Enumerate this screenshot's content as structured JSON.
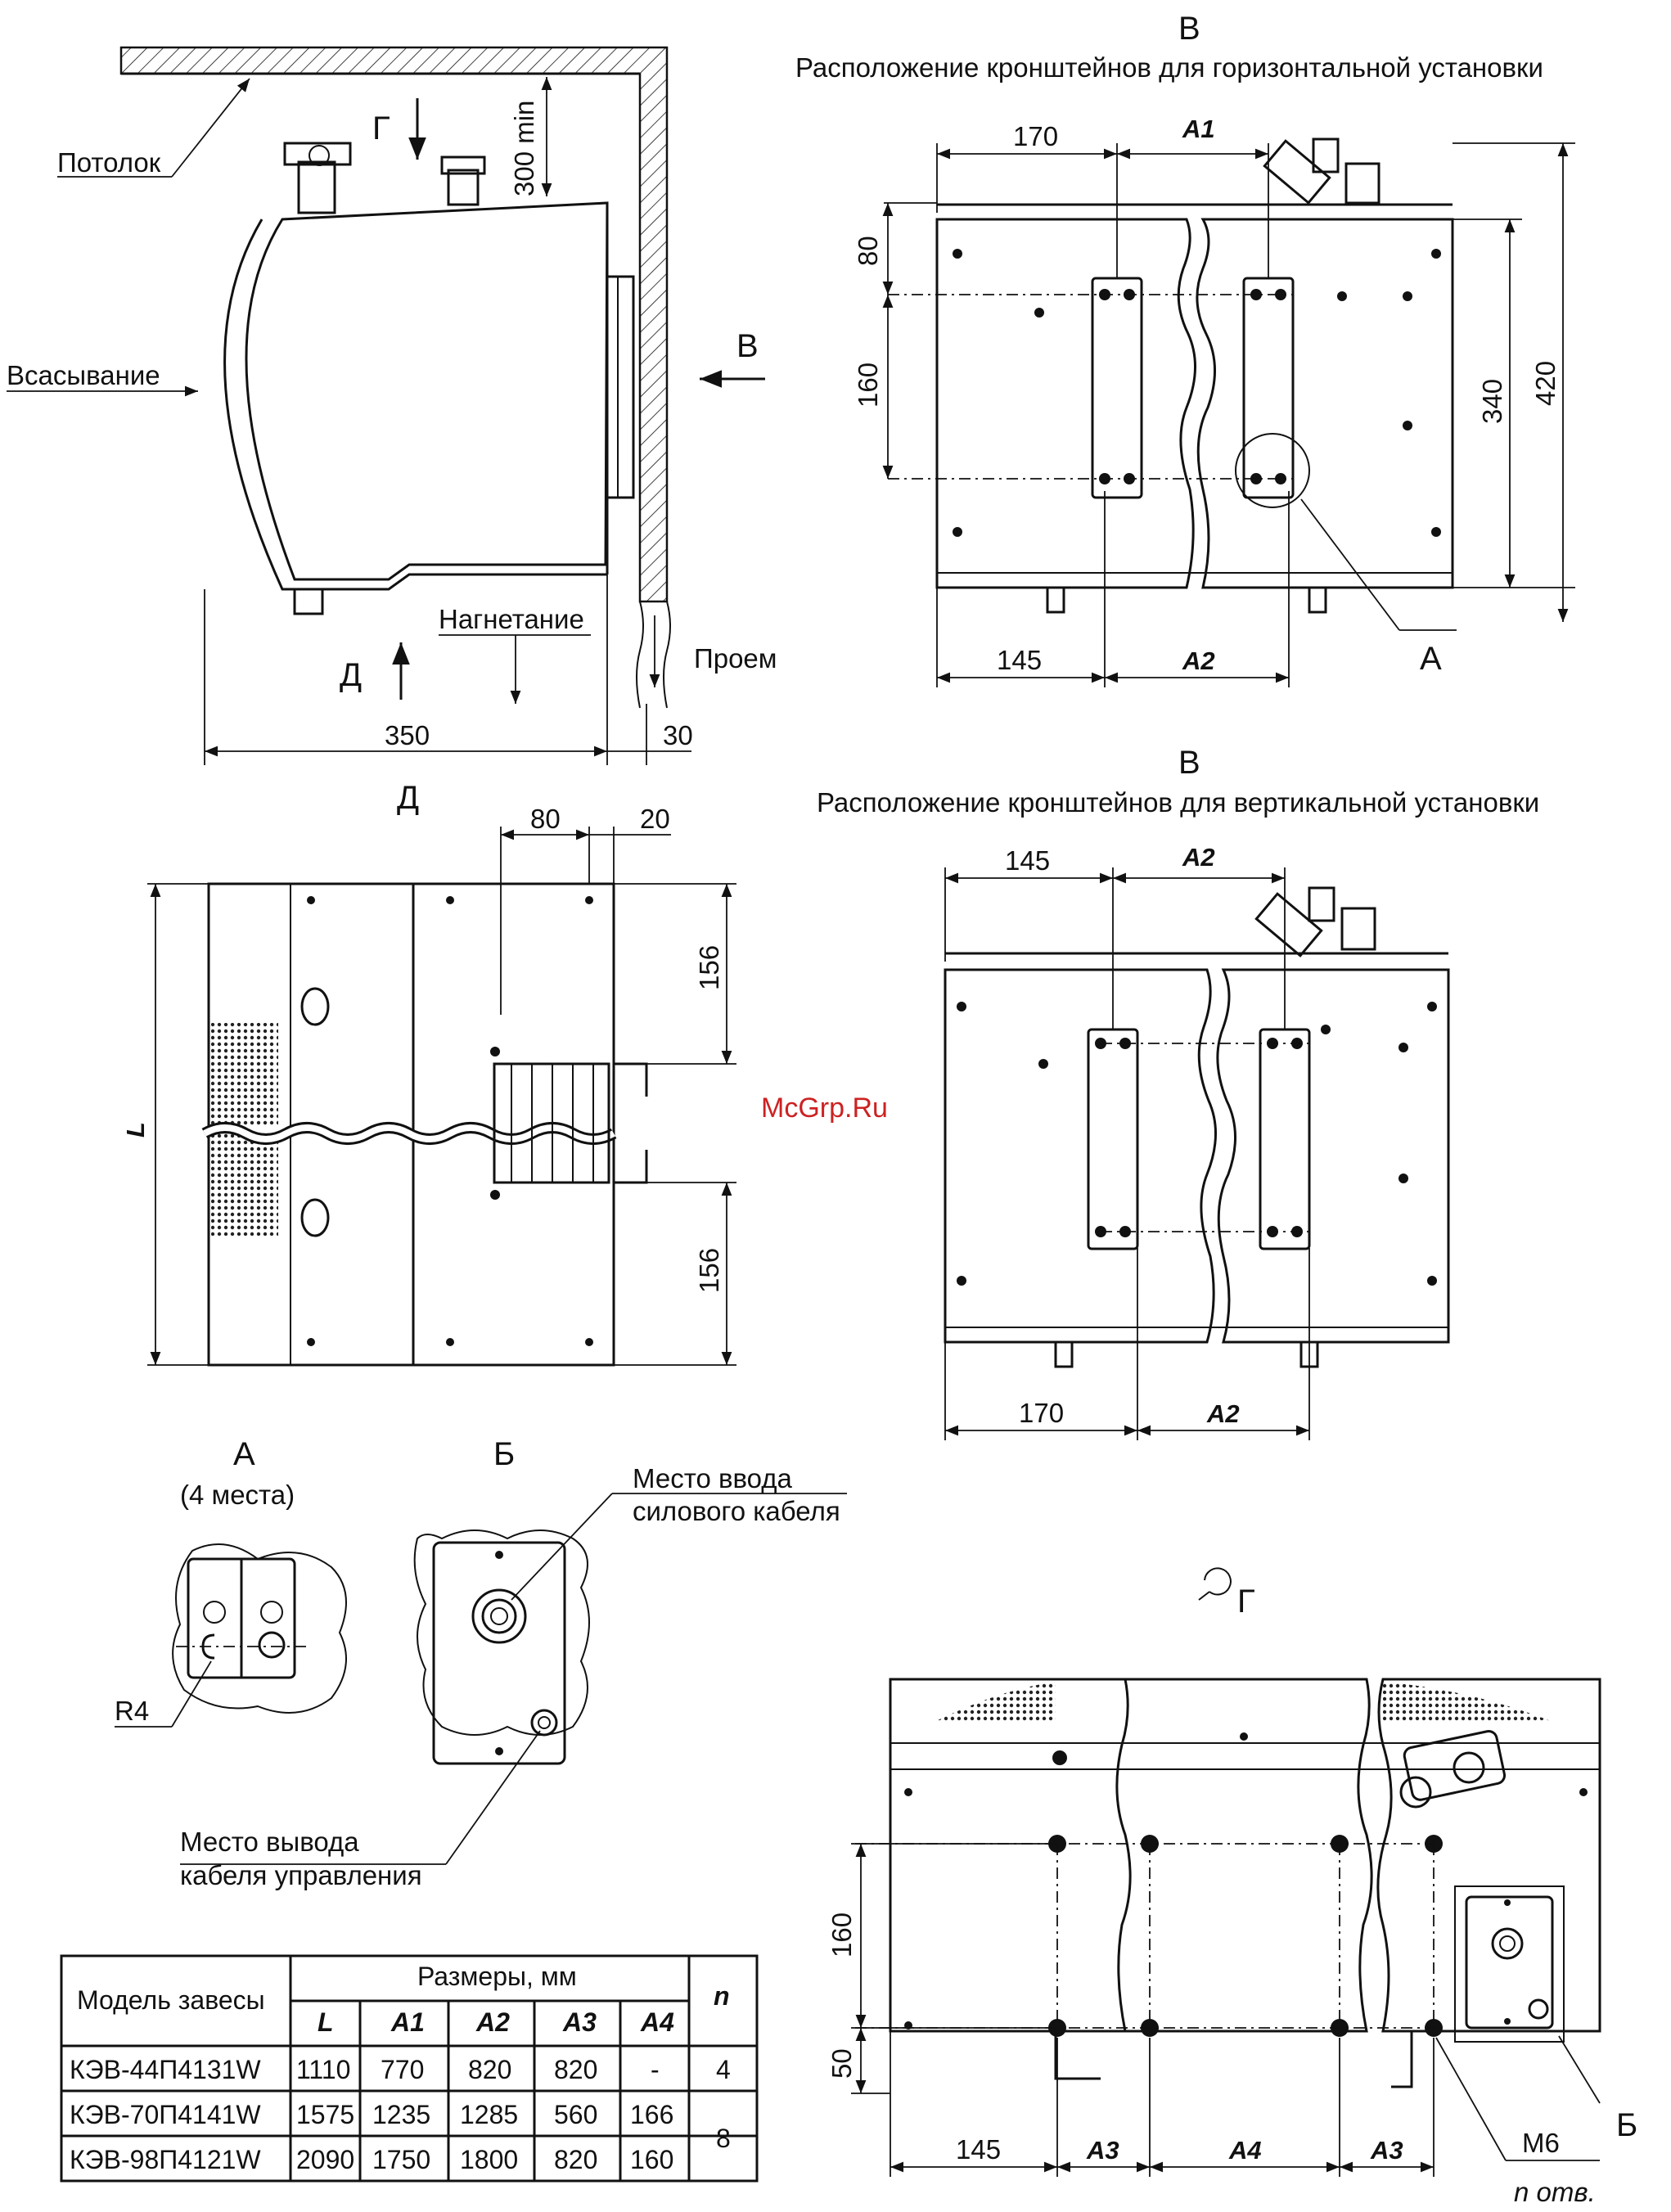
{
  "side_view": {
    "ceiling": "Потолок",
    "clearance": "300 min",
    "view_g": "Г",
    "suction": "Всасывание",
    "view_v": "В",
    "discharge": "Нагнетание",
    "opening": "Проем",
    "view_d": "Д",
    "width": "350",
    "gap": "30"
  },
  "horizontal_view": {
    "title_letter": "В",
    "title": "Расположение кронштейнов для горизонтальной установки",
    "dim_top": "170",
    "dim_a1": "A1",
    "dim_80": "80",
    "dim_160": "160",
    "dim_340": "340",
    "dim_420": "420",
    "dim_145": "145",
    "dim_a2": "A2",
    "callout": "А"
  },
  "vertical_view": {
    "title_letter": "В",
    "title": "Расположение кронштейнов для вертикальной установки",
    "dim_145": "145",
    "dim_a2_top": "A2",
    "dim_170": "170",
    "dim_a2_bottom": "A2"
  },
  "view_d": {
    "title": "Д",
    "dim_80": "80",
    "dim_20": "20",
    "dim_156_top": "156",
    "dim_156_bottom": "156",
    "dim_l": "L"
  },
  "detail_a": {
    "title": "А",
    "subtitle": "(4 места)",
    "radius": "R4"
  },
  "detail_b": {
    "title": "Б",
    "power_entry_1": "Место ввода",
    "power_entry_2": "силового кабеля",
    "control_exit_1": "Место вывода",
    "control_exit_2": "кабеля управления"
  },
  "view_g": {
    "title": "Г",
    "dim_160": "160",
    "dim_50": "50",
    "dim_145": "145",
    "dim_a3_left": "A3",
    "dim_a4": "A4",
    "dim_a3_right": "A3",
    "thread": "М6",
    "holes": "n отв.",
    "callout": "Б"
  },
  "watermark": "McGrp.Ru",
  "table": {
    "col_model": "Модель завесы",
    "col_dims": "Размеры, мм",
    "col_n": "n",
    "subcols": [
      "L",
      "A1",
      "A2",
      "A3",
      "A4"
    ],
    "rows": [
      {
        "model": "КЭВ-44П4131W",
        "L": "1110",
        "A1": "770",
        "A2": "820",
        "A3": "820",
        "A4": "-",
        "n": "4"
      },
      {
        "model": "КЭВ-70П4141W",
        "L": "1575",
        "A1": "1235",
        "A2": "1285",
        "A3": "560",
        "A4": "166",
        "n": "8"
      },
      {
        "model": "КЭВ-98П4121W",
        "L": "2090",
        "A1": "1750",
        "A2": "1800",
        "A3": "820",
        "A4": "160",
        "n": ""
      }
    ]
  }
}
